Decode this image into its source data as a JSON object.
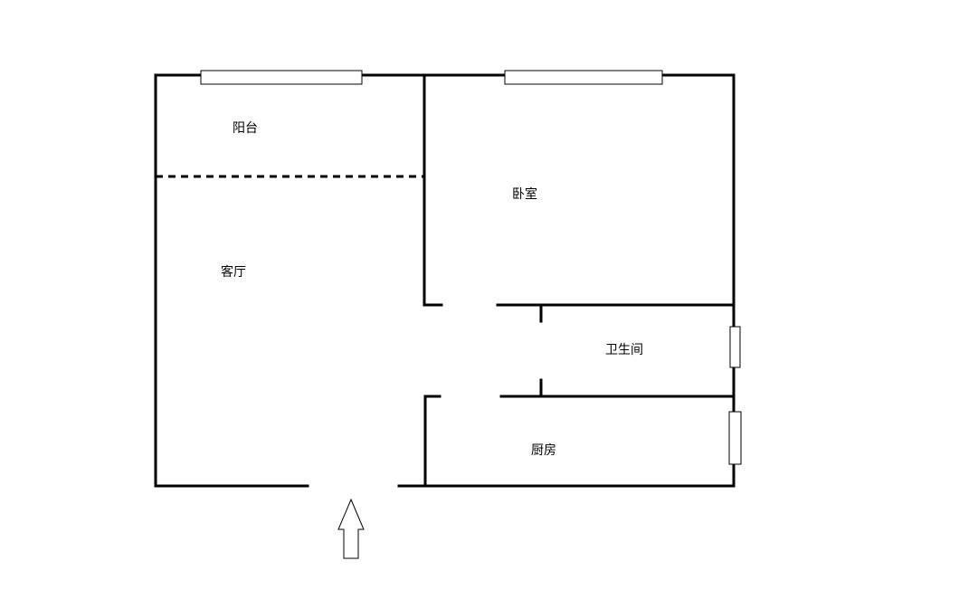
{
  "rooms": {
    "balcony": "阳台",
    "bedroom": "卧室",
    "living_room": "客厅",
    "bathroom": "卫生间",
    "kitchen": "厨房"
  },
  "colors": {
    "wall": "#000000",
    "background": "#ffffff"
  },
  "icons": {
    "entrance": "up-arrow-icon"
  }
}
